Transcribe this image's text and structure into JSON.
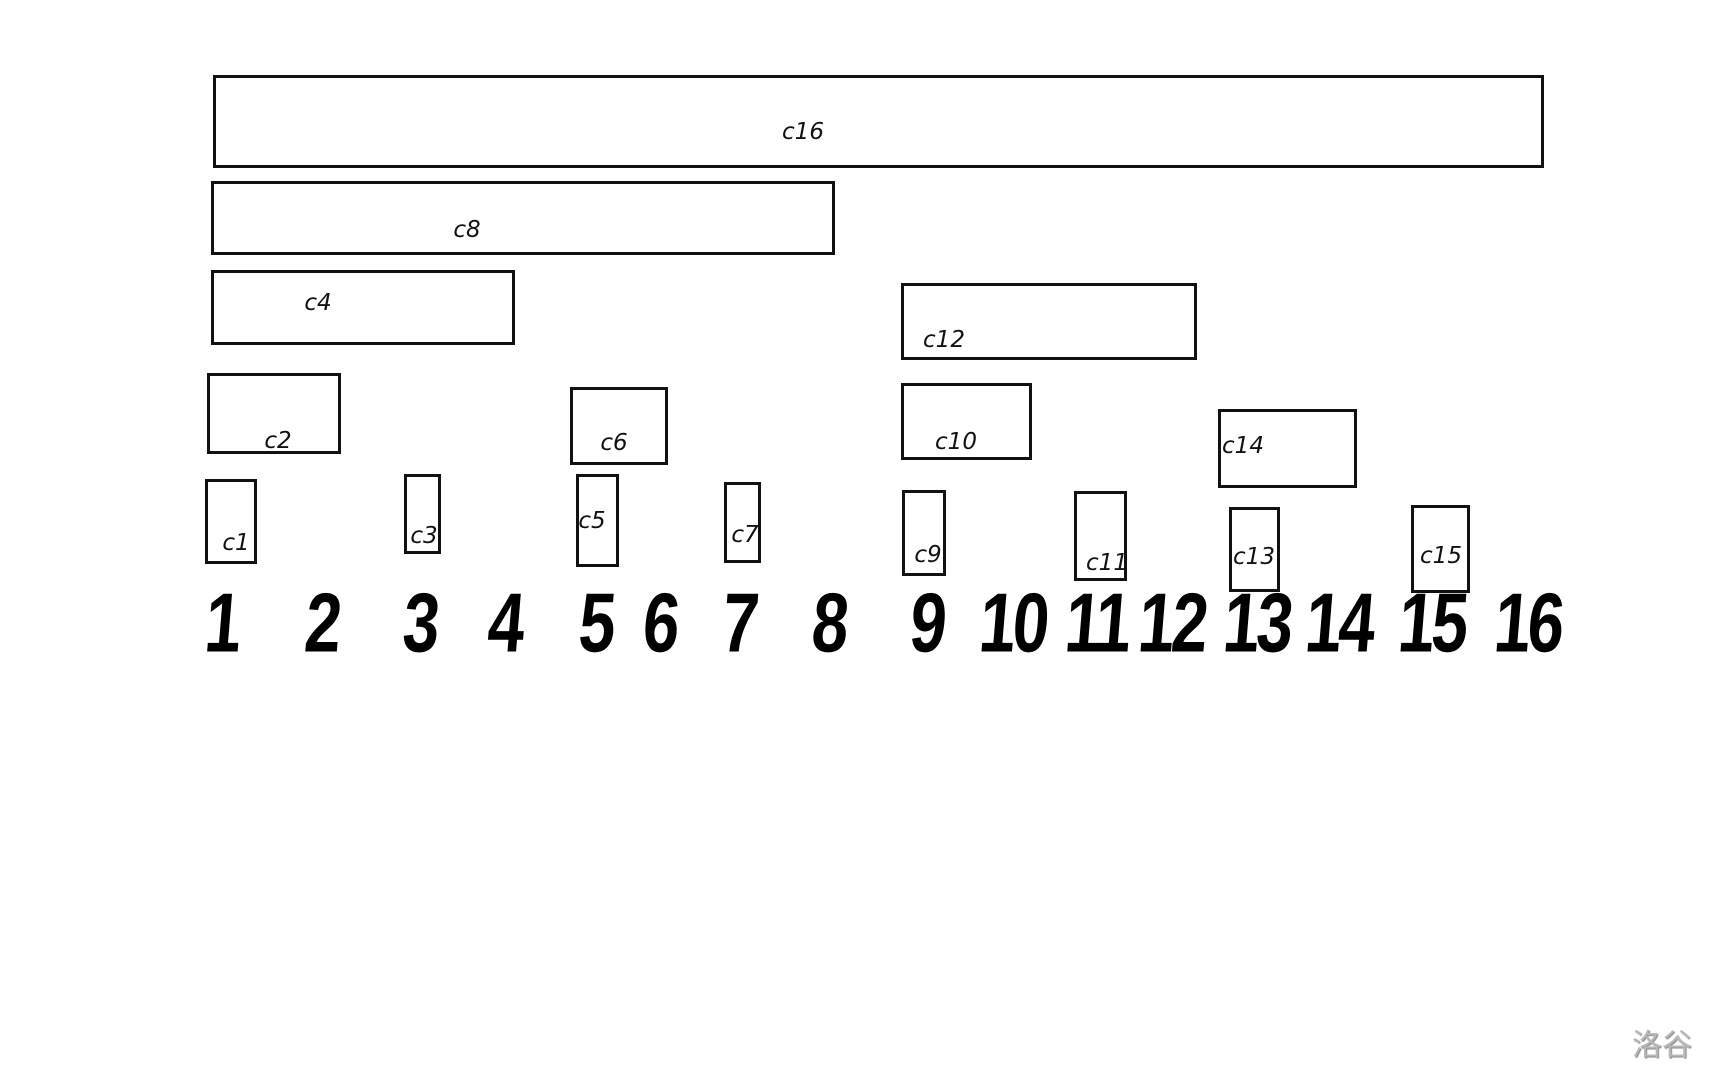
{
  "nodes": {
    "c16": "c16",
    "c8": "c8",
    "c4": "c4",
    "c12": "c12",
    "c2": "c2",
    "c6": "c6",
    "c10": "c10",
    "c14": "c14",
    "c1": "c1",
    "c3": "c3",
    "c5": "c5",
    "c7": "c7",
    "c9": "c9",
    "c11": "c11",
    "c13": "c13",
    "c15": "c15"
  },
  "indices": [
    "1",
    "2",
    "3",
    "4",
    "5",
    "6",
    "7",
    "8",
    "9",
    "10",
    "11",
    "12",
    "13",
    "14",
    "15",
    "16"
  ],
  "watermark": "洛谷"
}
